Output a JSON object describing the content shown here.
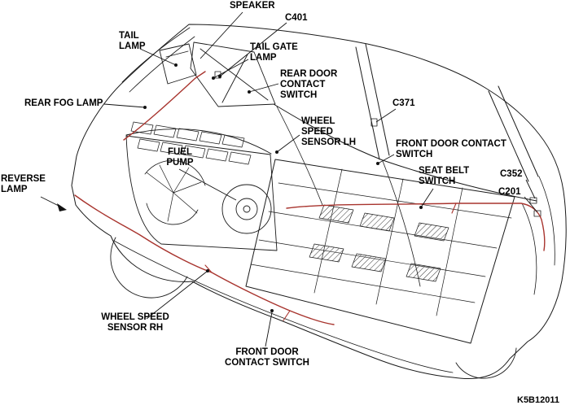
{
  "labels": {
    "speaker": "SPEAKER",
    "c401": "C401",
    "tail_lamp": "TAIL\nLAMP",
    "tail_gate_lamp": "TAIL GATE\nLAMP",
    "rear_door_contact_switch": "REAR DOOR\nCONTACT\nSWITCH",
    "rear_fog_lamp": "REAR FOG LAMP",
    "wheel_speed_sensor_lh": "WHEEL\nSPEED\nSENSOR LH",
    "c371": "C371",
    "front_door_contact_switch_front": "FRONT DOOR CONTACT\nSWITCH",
    "fuel_pump": "FUEL\nPUMP",
    "seat_belt_switch": "SEAT BELT\nSWITCH",
    "c352": "C352",
    "c201": "C201",
    "reverse_lamp": "REVERSE\nLAMP",
    "wheel_speed_sensor_rh": "WHEEL SPEED\nSENSOR RH",
    "front_door_contact_switch_bottom": "FRONT DOOR\nCONTACT SWITCH",
    "part_number": "K5B12011"
  },
  "colors": {
    "wiring": "#a8342e",
    "line": "#1a1a1a"
  }
}
